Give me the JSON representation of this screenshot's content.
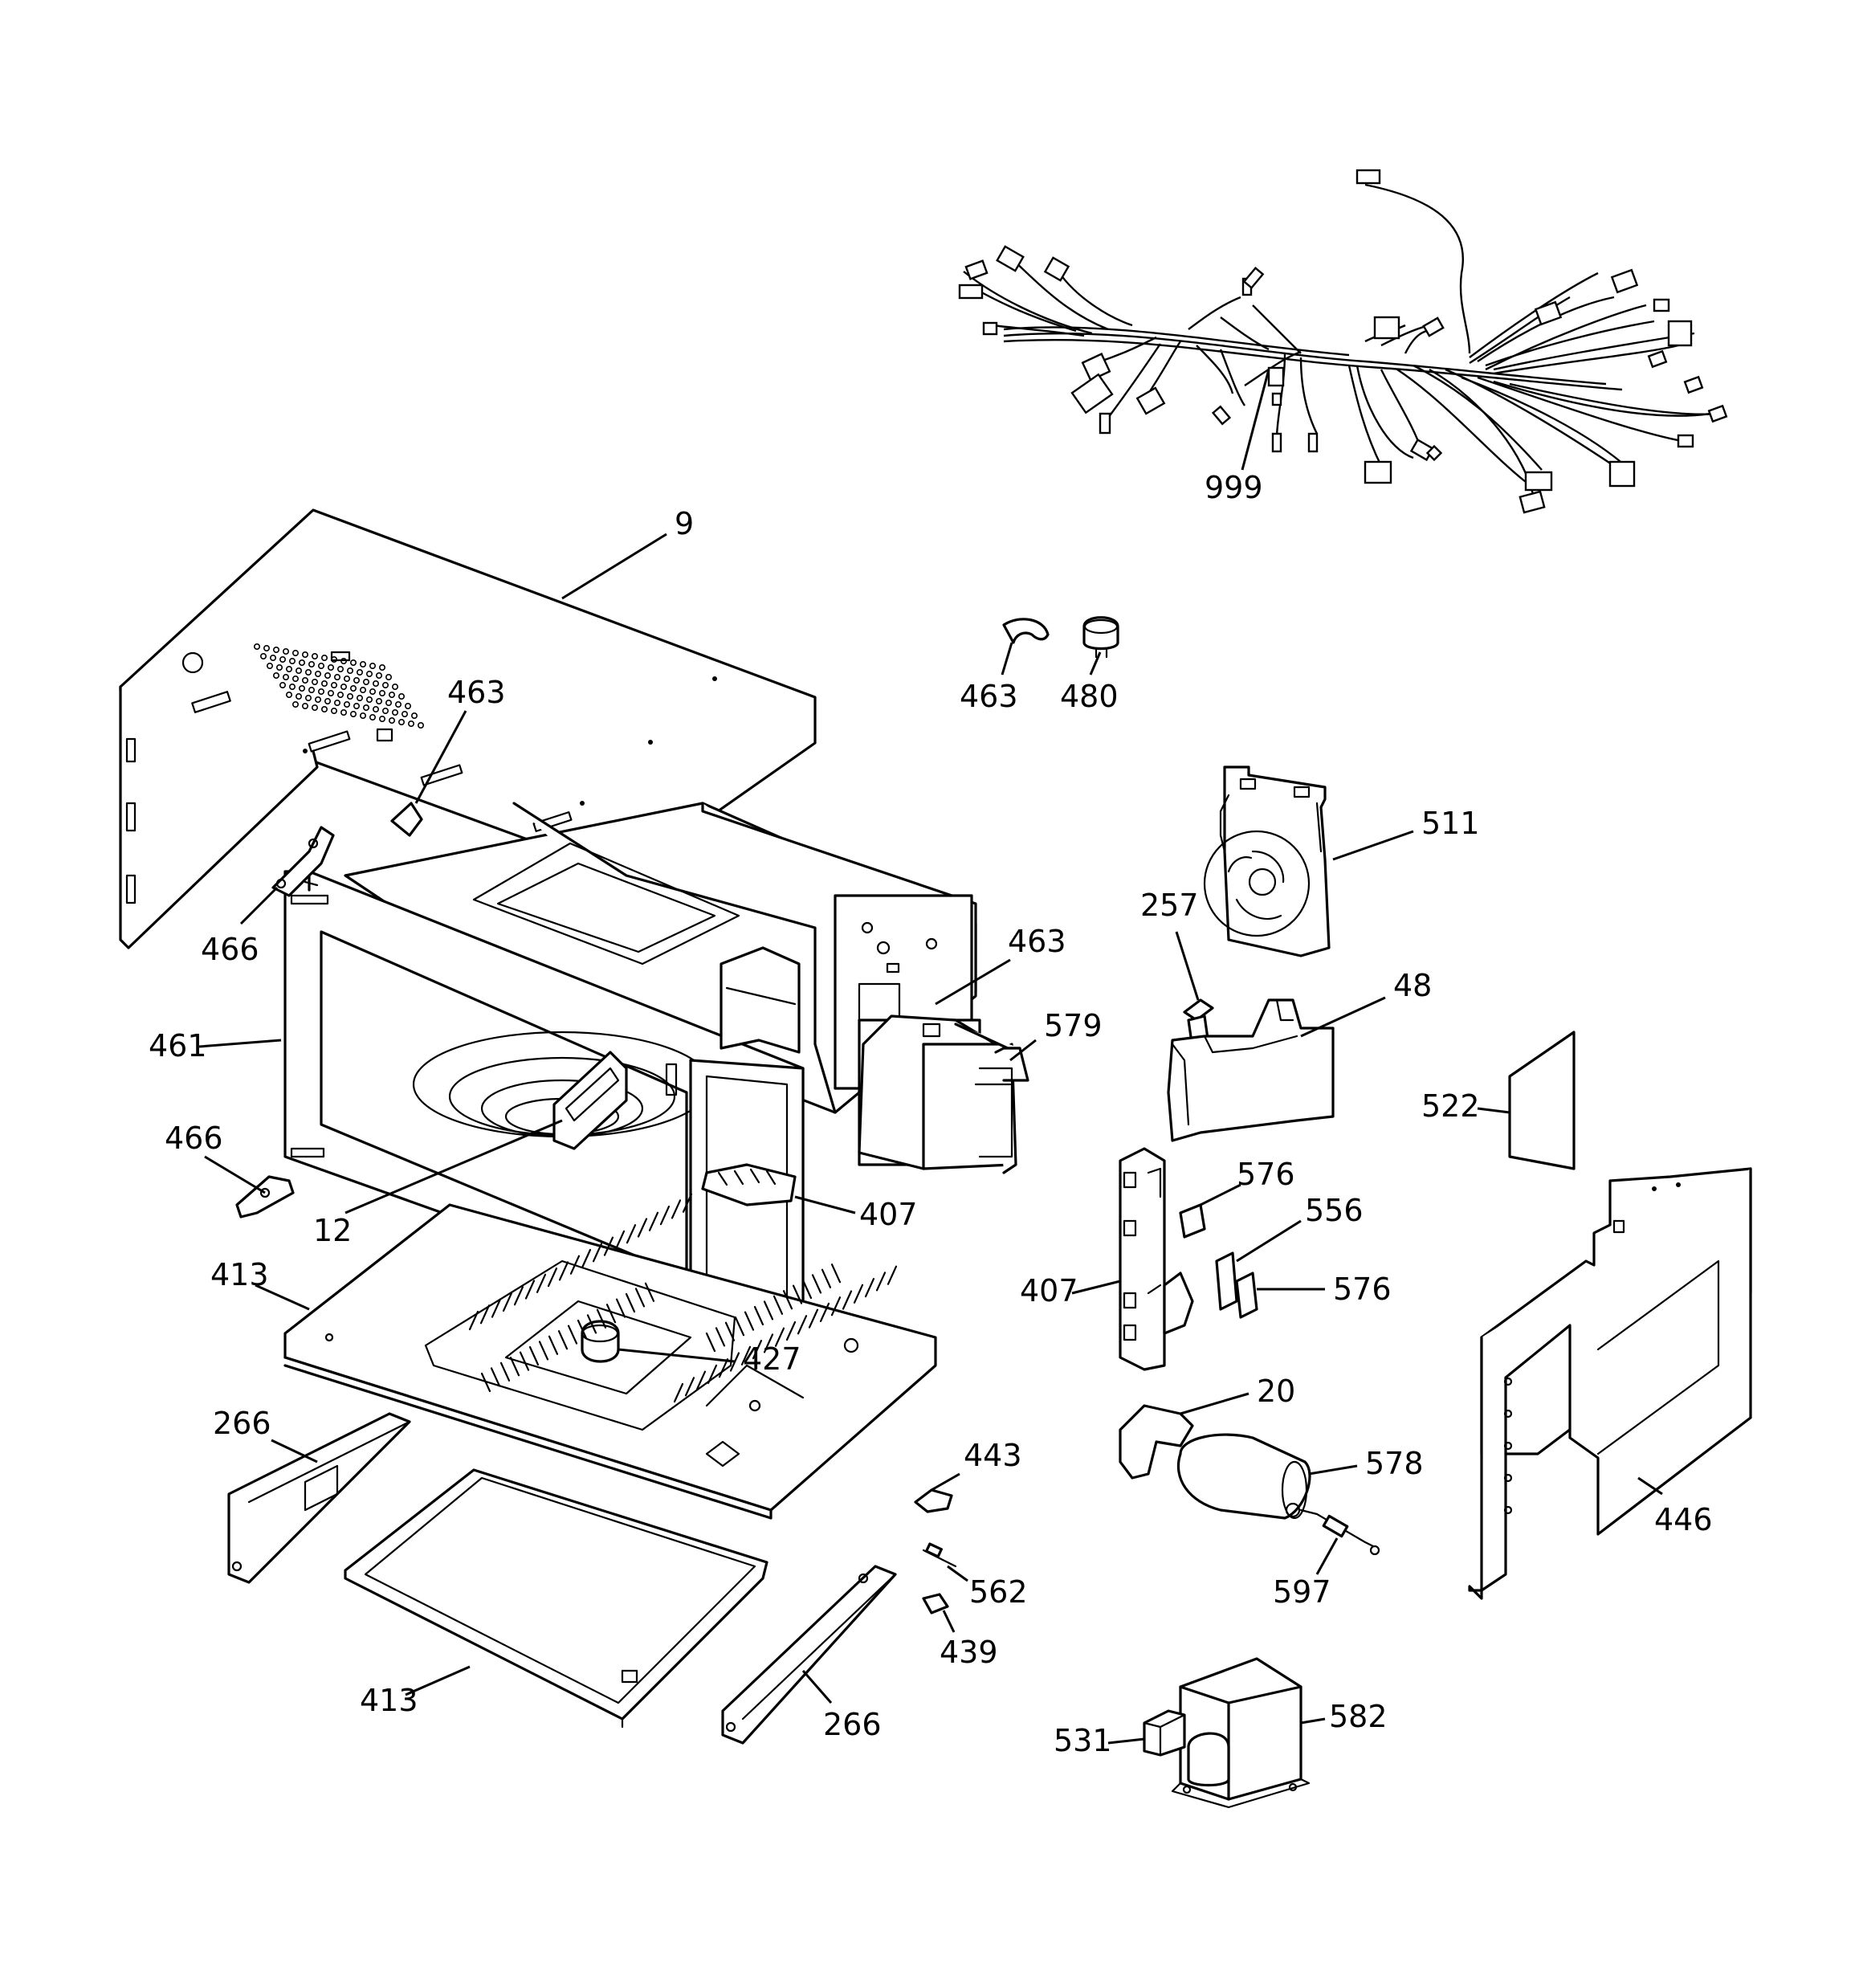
{
  "diagram": {
    "callouts": {
      "c999": "999",
      "c9": "9",
      "c463_top": "463",
      "c463_loose": "463",
      "c480": "480",
      "c511": "511",
      "c466_top": "466",
      "c257": "257",
      "c463_mag": "463",
      "c579": "579",
      "c48": "48",
      "c461": "461",
      "c522": "522",
      "c466_bottom": "466",
      "c576_top": "576",
      "c12": "12",
      "c407_frame": "407",
      "c556": "556",
      "c413_top": "413",
      "c407_switch": "407",
      "c576_bottom": "576",
      "c427": "427",
      "c20": "20",
      "c266_left": "266",
      "c443": "443",
      "c578": "578",
      "c446": "446",
      "c562": "562",
      "c597": "597",
      "c439": "439",
      "c413_bottom": "413",
      "c266_right": "266",
      "c582": "582",
      "c531": "531"
    }
  }
}
